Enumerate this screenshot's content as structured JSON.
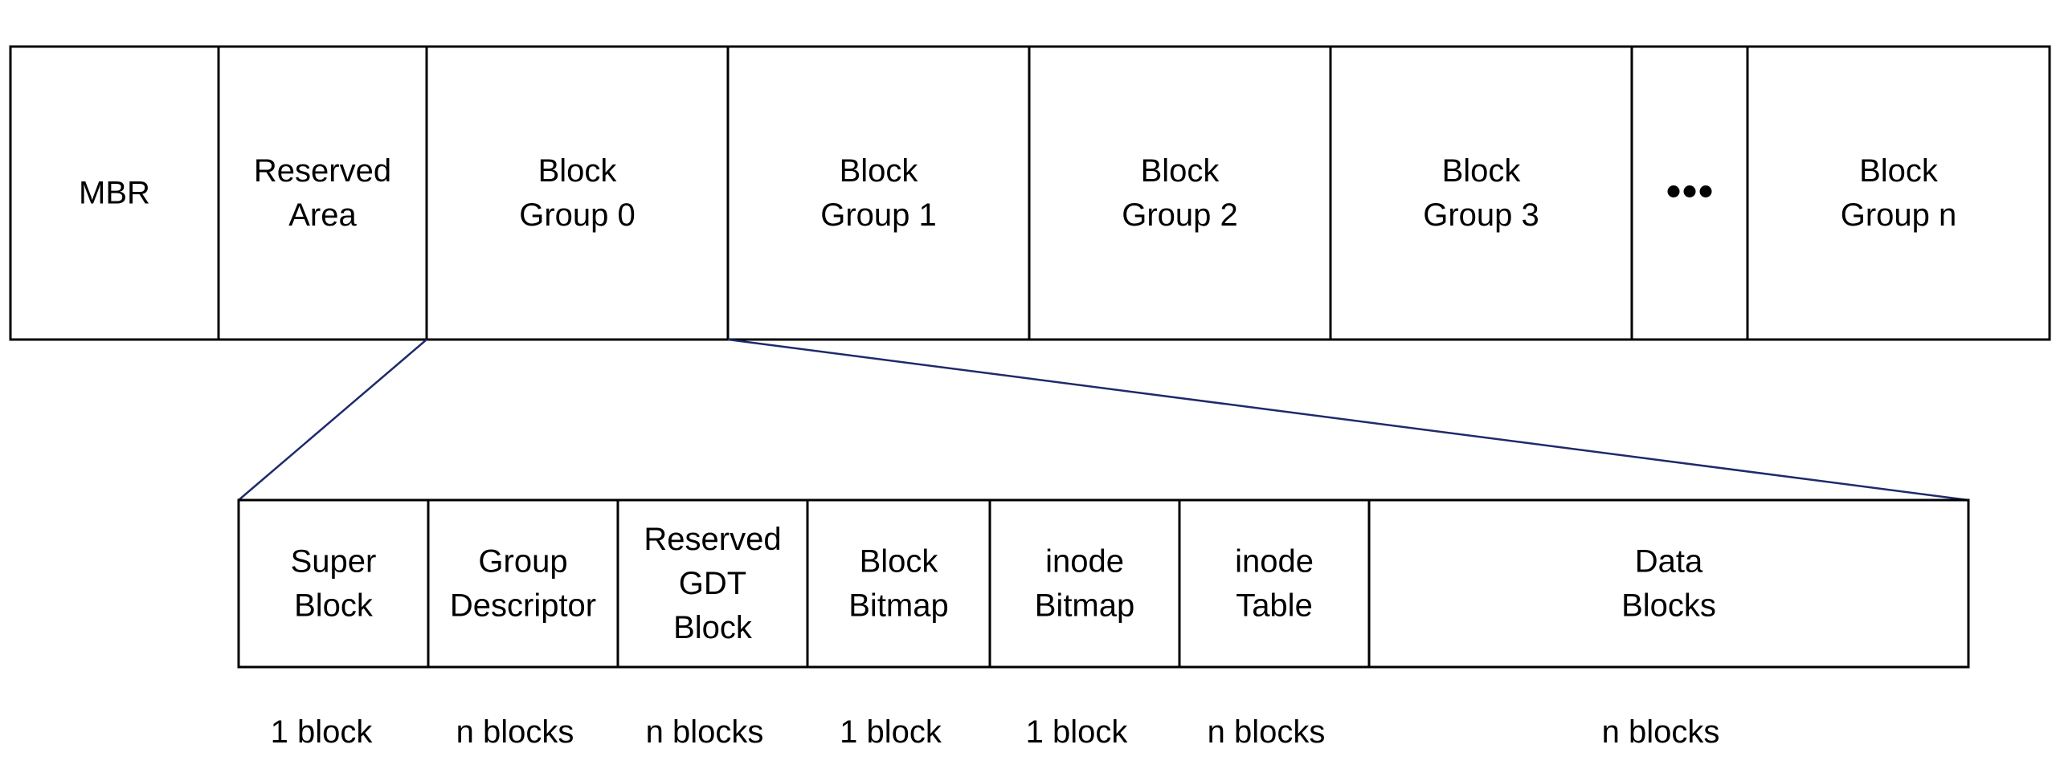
{
  "partition_layout": {
    "cells": [
      {
        "id": "mbr",
        "lines": [
          "MBR"
        ]
      },
      {
        "id": "reserved-area",
        "lines": [
          "Reserved",
          "Area"
        ]
      },
      {
        "id": "block-group-0",
        "lines": [
          "Block",
          "Group 0"
        ]
      },
      {
        "id": "block-group-1",
        "lines": [
          "Block",
          "Group 1"
        ]
      },
      {
        "id": "block-group-2",
        "lines": [
          "Block",
          "Group 2"
        ]
      },
      {
        "id": "block-group-3",
        "lines": [
          "Block",
          "Group 3"
        ]
      },
      {
        "id": "ellipsis",
        "lines": [],
        "icon": "ellipsis-icon"
      },
      {
        "id": "block-group-n",
        "lines": [
          "Block",
          "Group n"
        ]
      }
    ]
  },
  "block_group_layout": {
    "cells": [
      {
        "id": "super-block",
        "lines": [
          "Super",
          "Block"
        ],
        "size": "1 block"
      },
      {
        "id": "group-descriptor",
        "lines": [
          "Group",
          "Descriptor"
        ],
        "size": "n blocks"
      },
      {
        "id": "reserved-gdt-block",
        "lines": [
          "Reserved",
          "GDT",
          "Block"
        ],
        "size": "n blocks"
      },
      {
        "id": "block-bitmap",
        "lines": [
          "Block",
          "Bitmap"
        ],
        "size": "1 block"
      },
      {
        "id": "inode-bitmap",
        "lines": [
          "inode",
          "Bitmap"
        ],
        "size": "1 block"
      },
      {
        "id": "inode-table",
        "lines": [
          "inode",
          "Table"
        ],
        "size": "n blocks"
      },
      {
        "id": "data-blocks",
        "lines": [
          "Data",
          "Blocks"
        ],
        "size": "n blocks"
      }
    ]
  },
  "colors": {
    "outline": "#000000",
    "zoom_line": "#1f2a6b",
    "background": "#ffffff"
  }
}
